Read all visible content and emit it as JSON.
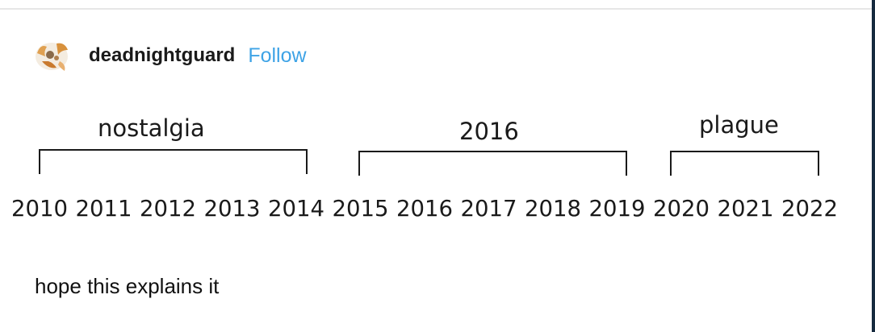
{
  "post": {
    "username": "deadnightguard",
    "follow_label": "Follow",
    "avatar_icon": "fox-avatar-icon",
    "caption": "hope this explains it"
  },
  "meme": {
    "groups": [
      {
        "label": "nostalgia"
      },
      {
        "label": "2016"
      },
      {
        "label": "plague"
      }
    ],
    "years": [
      "2010",
      "2011",
      "2012",
      "2013",
      "2014",
      "2015",
      "2016",
      "2017",
      "2018",
      "2019",
      "2020",
      "2021",
      "2022"
    ]
  },
  "colors": {
    "follow": "#3ea3e6",
    "text": "#1a1a1a",
    "right_edge": "#162a3e"
  }
}
